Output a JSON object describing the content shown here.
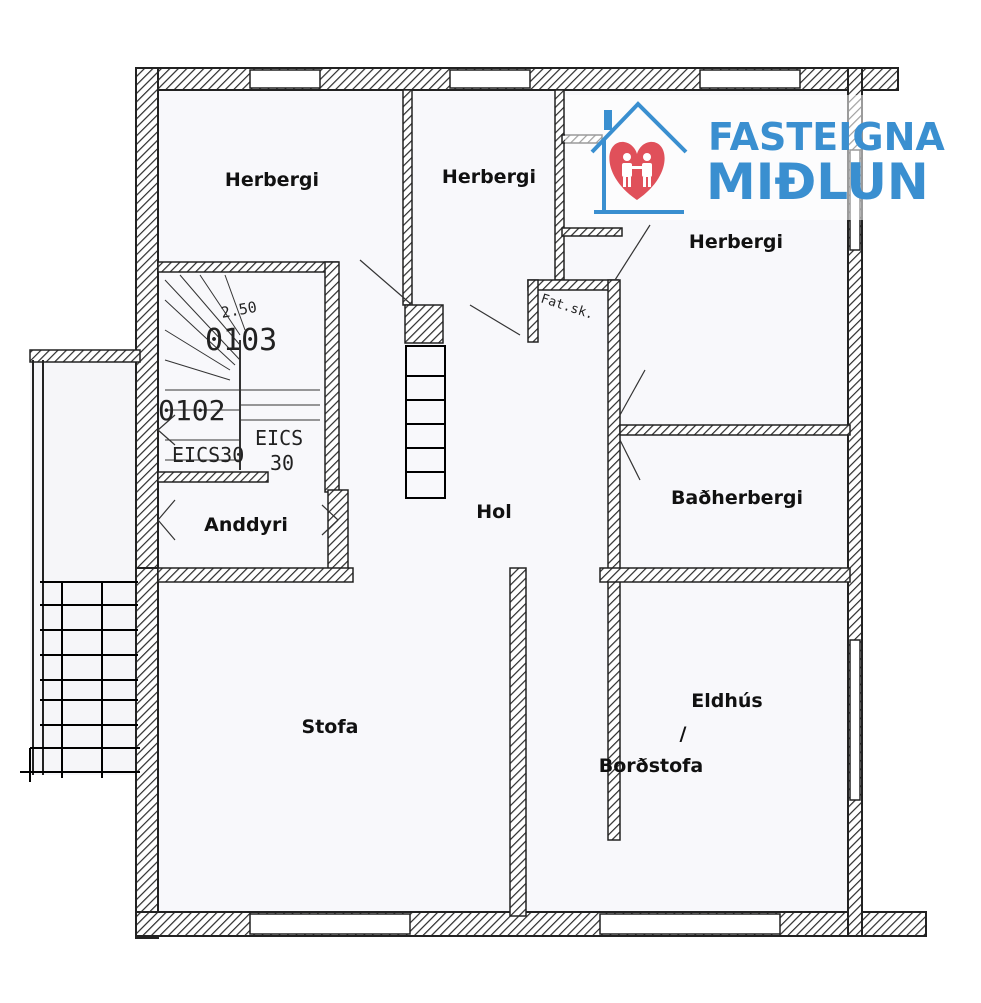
{
  "logo": {
    "line1": "FASTEIGNA",
    "line2": "MIÐLUN",
    "color": "#3a8fd0",
    "heart_color": "#e0505a"
  },
  "rooms": {
    "herbergi_1": "Herbergi",
    "herbergi_2": "Herbergi",
    "herbergi_3": "Herbergi",
    "badherbergi": "Baðherbergi",
    "hol": "Hol",
    "anddyri": "Anddyri",
    "stofa": "Stofa",
    "eldhus": "Eldhús",
    "slash": "/",
    "bordstofa": "Borðstofa"
  },
  "annotations": {
    "stair_code_1": "0103",
    "stair_code_2": "0102",
    "fire_rating_1": "EICS30",
    "fire_rating_2a": "EICS",
    "fire_rating_2b": "30",
    "stair_height": "2.50",
    "closet_mark": "Fat.sk."
  },
  "colors": {
    "wall": "#2b2b2b",
    "floor": "#f8f8fb",
    "ink": "#111111"
  }
}
